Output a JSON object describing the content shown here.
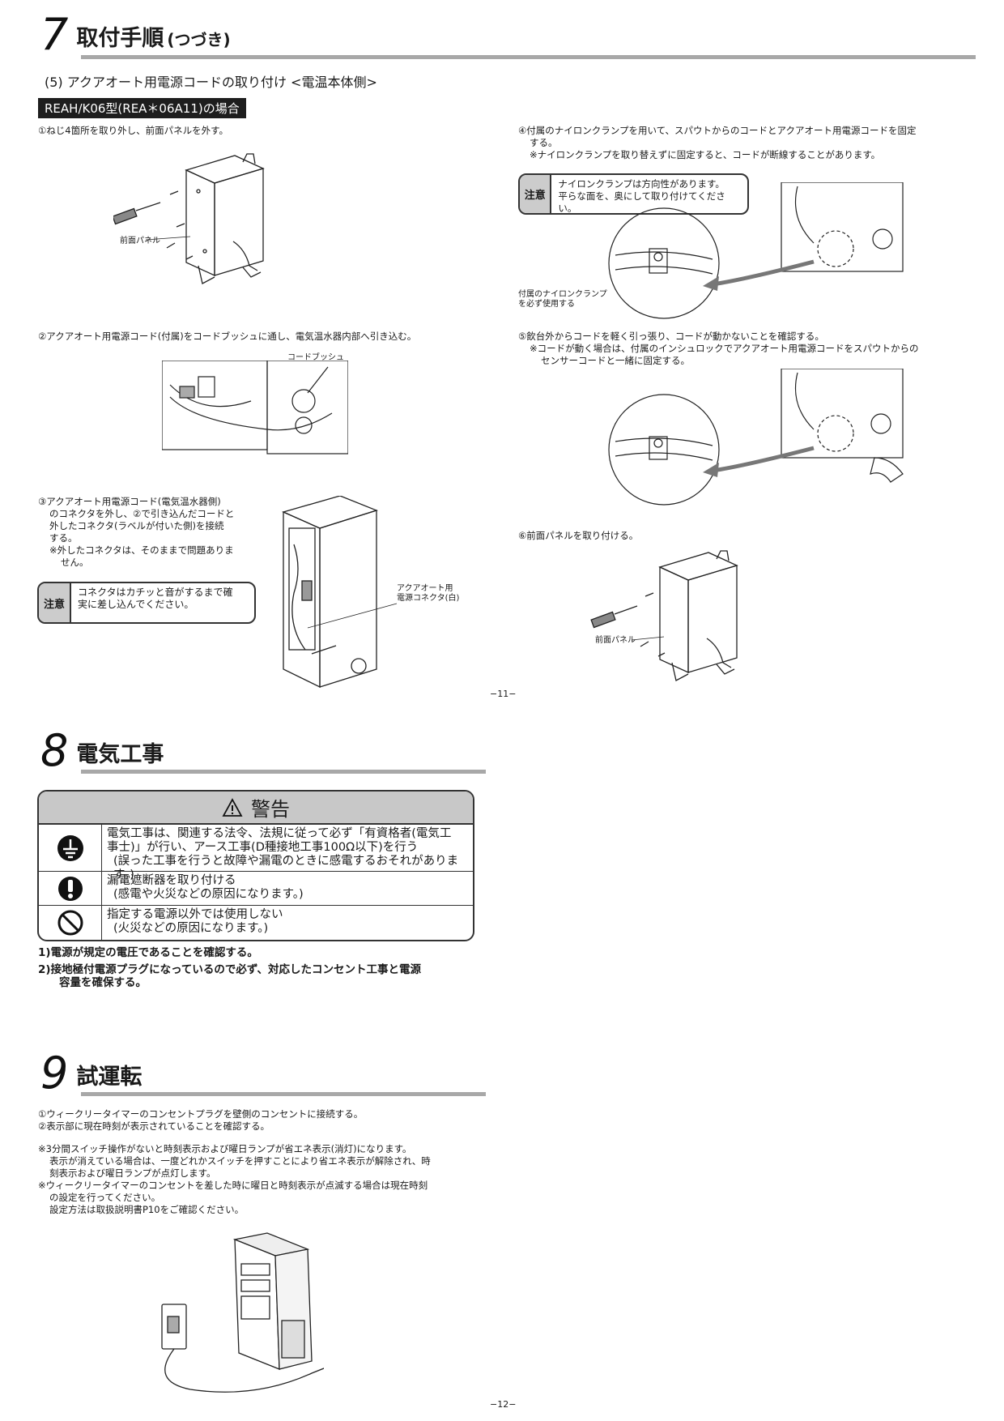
{
  "section7": {
    "number": "7",
    "title": "取付手順",
    "subtitle": "(つづき)",
    "subheading": "(5) アクアオート用電源コードの取り付け <電温本体側>",
    "model_bar": "REAH/K06型(REA＊06A11)の場合",
    "step1": "①ねじ4箇所を取り外し、前面パネルを外す。",
    "front_panel_label": "前面パネル",
    "step2": "②アクアオート用電源コード(付属)をコードブッシュに通し、電気温水器内部へ引き込む。",
    "code_bush_label": "コードブッシュ",
    "step3_lines": [
      "③アクアオート用電源コード(電気温水器側)",
      "のコネクタを外し、②で引き込んだコードと",
      "外したコネクタ(ラベルが付いた側)を接続",
      "する。"
    ],
    "step3_note_lines": [
      "※外したコネクタは、そのままで問題ありま",
      "せん。"
    ],
    "caution_label": "注意",
    "caution1_lines": [
      "コネクタはカチッと音がするまで確",
      "実に差し込んでください。"
    ],
    "connector_label_lines": [
      "アクアオート用",
      "電源コネクタ(白)"
    ],
    "step4_lines": [
      "④付属のナイロンクランプを用いて、スパウトからのコードとアクアオート用電源コードを固定",
      "する。"
    ],
    "step4_note": "※ナイロンクランプを取り替えずに固定すると、コードが断線することがあります。",
    "caution2_lines": [
      "ナイロンクランプは方向性があります。",
      "平らな面を、奥にして取り付けてください。"
    ],
    "nylon_label_lines": [
      "付属のナイロンクランプ",
      "を必ず使用する"
    ],
    "step5": "⑤飲台外からコードを軽く引っ張り、コードが動かないことを確認する。",
    "step5_note_lines": [
      "※コードが動く場合は、付属のインシュロックでアクアオート用電源コードをスパウトからの",
      "センサーコードと一緒に固定する。"
    ],
    "step6": "⑥前面パネルを取り付ける。",
    "page_no": "−11−"
  },
  "section8": {
    "number": "8",
    "title": "電気工事",
    "warning_title": "警告",
    "warnings": [
      {
        "icon": "ground-icon",
        "lines": [
          "電気工事は、関連する法令、法規に従って必ず「有資格者(電気工",
          "事士)」が行い、アース工事(D種接地工事100Ω以下)を行う",
          "(誤った工事を行うと故障や漏電のときに感電するおそれがあります。)"
        ]
      },
      {
        "icon": "exclamation-icon",
        "lines": [
          "漏電遮断器を取り付ける",
          "(感電や火災などの原因になります。)"
        ]
      },
      {
        "icon": "prohibition-icon",
        "lines": [
          "指定する電源以外では使用しない",
          "(火災などの原因になります。)"
        ]
      }
    ],
    "items": [
      [
        "1)電源が規定の電圧であることを確認する。"
      ],
      [
        "2)接地極付電源プラグになっているので必ず、対応したコンセント工事と電源",
        "容量を確保する。"
      ]
    ]
  },
  "section9": {
    "number": "9",
    "title": "試運転",
    "steps": [
      "①ウィークリータイマーのコンセントプラグを壁側のコンセントに接続する。",
      "②表示部に現在時刻が表示されていることを確認する。"
    ],
    "notes": [
      "※3分間スイッチ操作がないと時刻表示および曜日ランプが省エネ表示(消灯)になります。",
      "表示が消えている場合は、一度どれかスイッチを押すことにより省エネ表示が解除され、時",
      "刻表示および曜日ランプが点灯します。",
      "※ウィークリータイマーのコンセントを差した時に曜日と時刻表示が点滅する場合は現在時刻",
      "の設定を行ってください。",
      "設定方法は取扱説明書P10をご確認ください。"
    ],
    "page_no": "−12−"
  }
}
